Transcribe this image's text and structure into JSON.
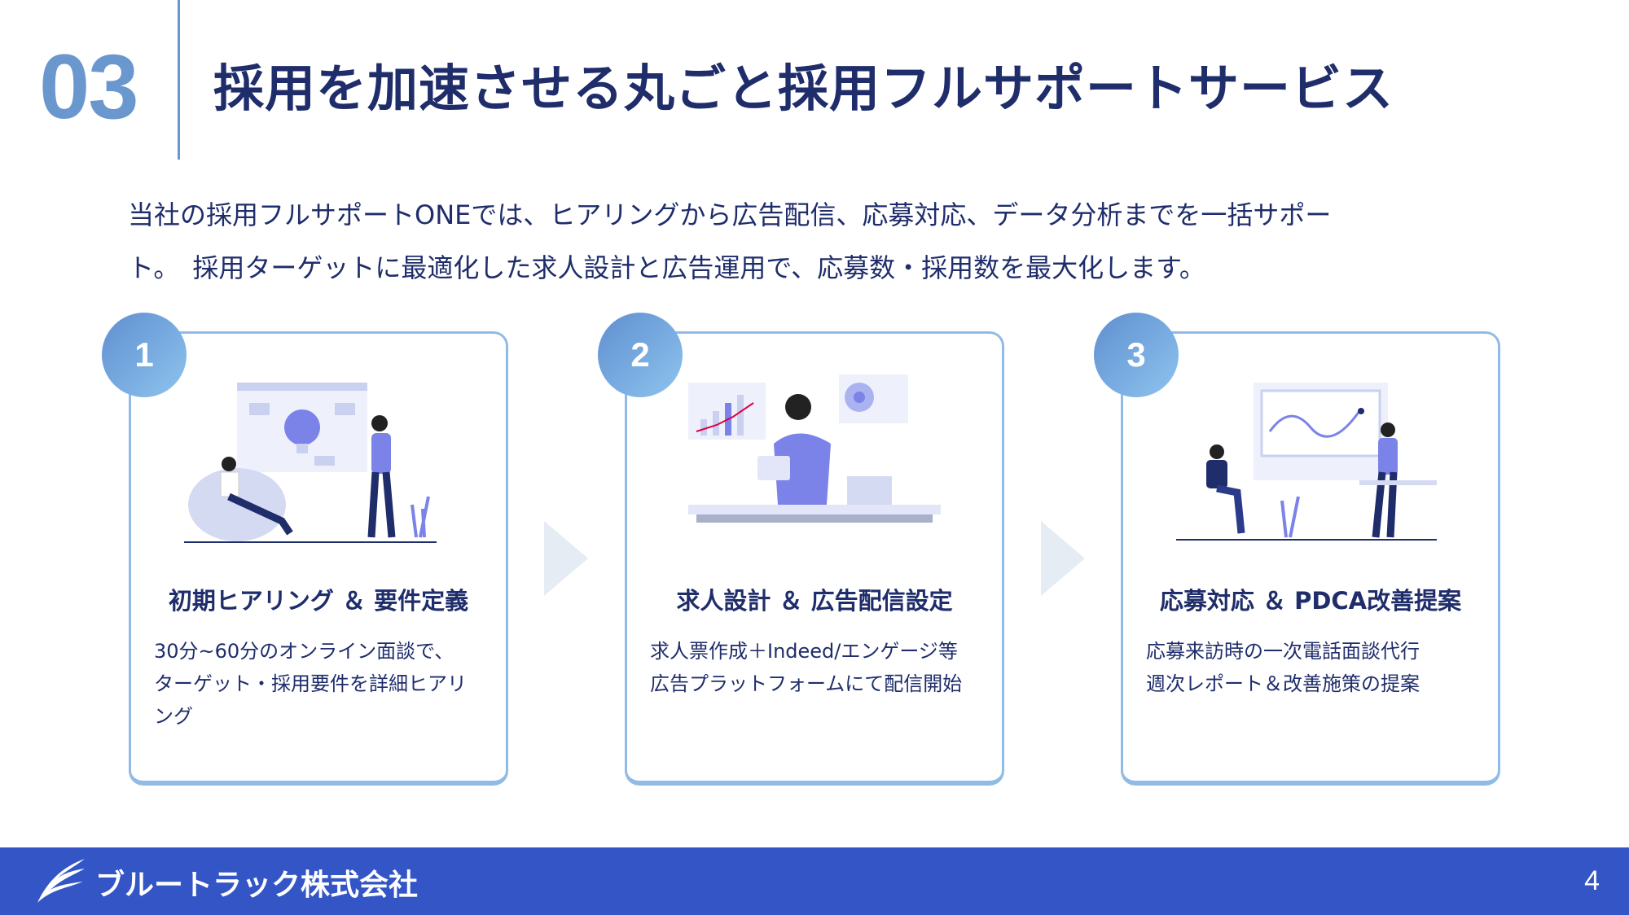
{
  "header": {
    "section_number": "03",
    "title": "採用を加速させる丸ごと採用フルサポートサービス"
  },
  "intro": {
    "lines": [
      "当社の採用フルサポートONEでは、ヒアリングから広告配信、応募対応、データ分析までを一括サポー",
      "ト。　採用ターゲットに最適化した求人設計と広告運用で、応募数・採用数を最大化します。"
    ]
  },
  "steps": [
    {
      "number": "1",
      "title": "初期ヒアリング ＆ 要件定義",
      "desc": [
        "30分~60分のオンライン面談で、",
        "ターゲット・採用要件を詳細ヒアリ",
        "ング"
      ],
      "illustration": "meeting-illustration-icon"
    },
    {
      "number": "2",
      "title": "求人設計 ＆ 広告配信設定",
      "desc": [
        "求人票作成＋Indeed/エンゲージ等",
        "広告プラットフォームにて配信開始"
      ],
      "illustration": "analytics-illustration-icon"
    },
    {
      "number": "3",
      "title": "応募対応 ＆ PDCA改善提案",
      "desc": [
        "応募来訪時の一次電話面談代行",
        "週次レポート＆改善施策の提案"
      ],
      "illustration": "presentation-illustration-icon"
    }
  ],
  "footer": {
    "company": "ブルートラック株式会社",
    "page_number": "4"
  },
  "colors": {
    "accent": "#6b97cf",
    "navy": "#1f2d6b",
    "footer": "#3355c6",
    "card_border": "#8fbbe6"
  }
}
